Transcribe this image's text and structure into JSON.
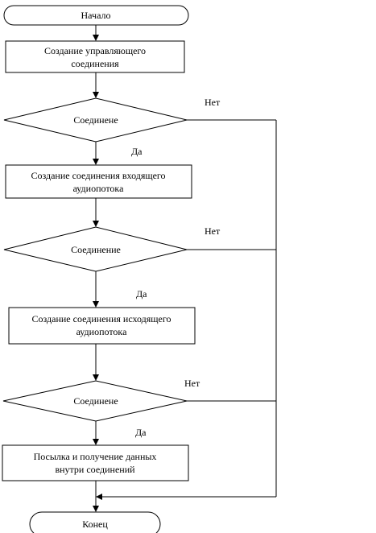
{
  "flowchart": {
    "start": "Начало",
    "end": "Конец",
    "step1": {
      "line1": "Создание управляющего",
      "line2": "соединения"
    },
    "decision1": "Соединене",
    "step2": {
      "line1": "Создание соединения входящего",
      "line2": "аудиопотока"
    },
    "decision2": "Соединение",
    "step3": {
      "line1": "Создание соединения исходящего",
      "line2": "аудиопотока"
    },
    "decision3": "Соединене",
    "step4": {
      "line1": "Посылка и получение данных",
      "line2": "внутри соединений"
    },
    "yes1": "Да",
    "yes2": "Да",
    "yes3": "Да",
    "no1": "Нет",
    "no2": "Нет",
    "no3": "Нет"
  }
}
